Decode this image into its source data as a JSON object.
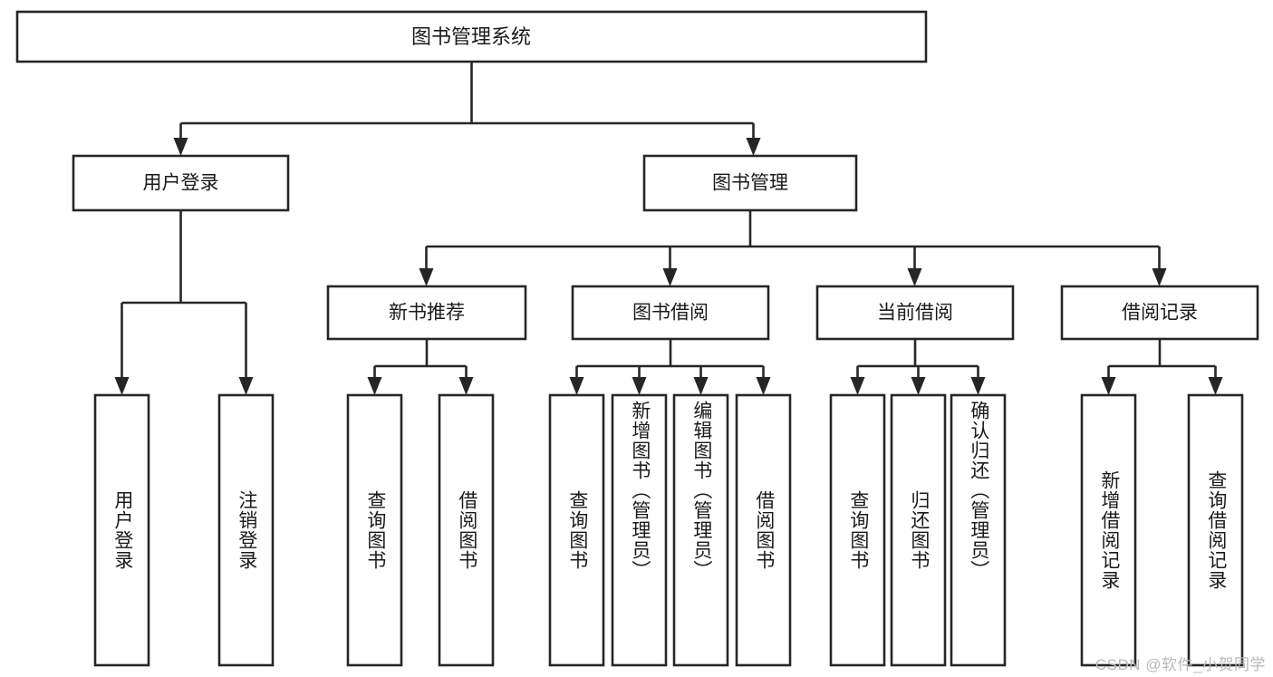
{
  "diagram": {
    "type": "tree",
    "title": "图书管理系统",
    "orientation": "top-down",
    "root": {
      "label": "图书管理系统"
    },
    "level1": [
      {
        "label": "用户登录"
      },
      {
        "label": "图书管理"
      }
    ],
    "level2": [
      {
        "label": "新书推荐"
      },
      {
        "label": "图书借阅"
      },
      {
        "label": "当前借阅"
      },
      {
        "label": "借阅记录"
      }
    ],
    "leaves": {
      "user_login": [
        {
          "label": "用户登录"
        },
        {
          "label": "注销登录"
        }
      ],
      "new_book_recommend": [
        {
          "label": "查询图书"
        },
        {
          "label": "借阅图书"
        }
      ],
      "book_borrow": [
        {
          "label": "查询图书"
        },
        {
          "label": "新增图书（管理员）"
        },
        {
          "label": "编辑图书（管理员）"
        },
        {
          "label": "借阅图书"
        }
      ],
      "current_borrow": [
        {
          "label": "查询图书"
        },
        {
          "label": "归还图书"
        },
        {
          "label": "确认归还（管理员）"
        }
      ],
      "borrow_record": [
        {
          "label": "新增借阅记录"
        },
        {
          "label": "查询借阅记录"
        }
      ]
    }
  },
  "watermark": {
    "text": "CSDN @软件_小贺同学"
  },
  "colors": {
    "stroke": "#262626",
    "fill": "#ffffff",
    "text": "#1a1a1a",
    "watermark": "#b8b8b8"
  }
}
